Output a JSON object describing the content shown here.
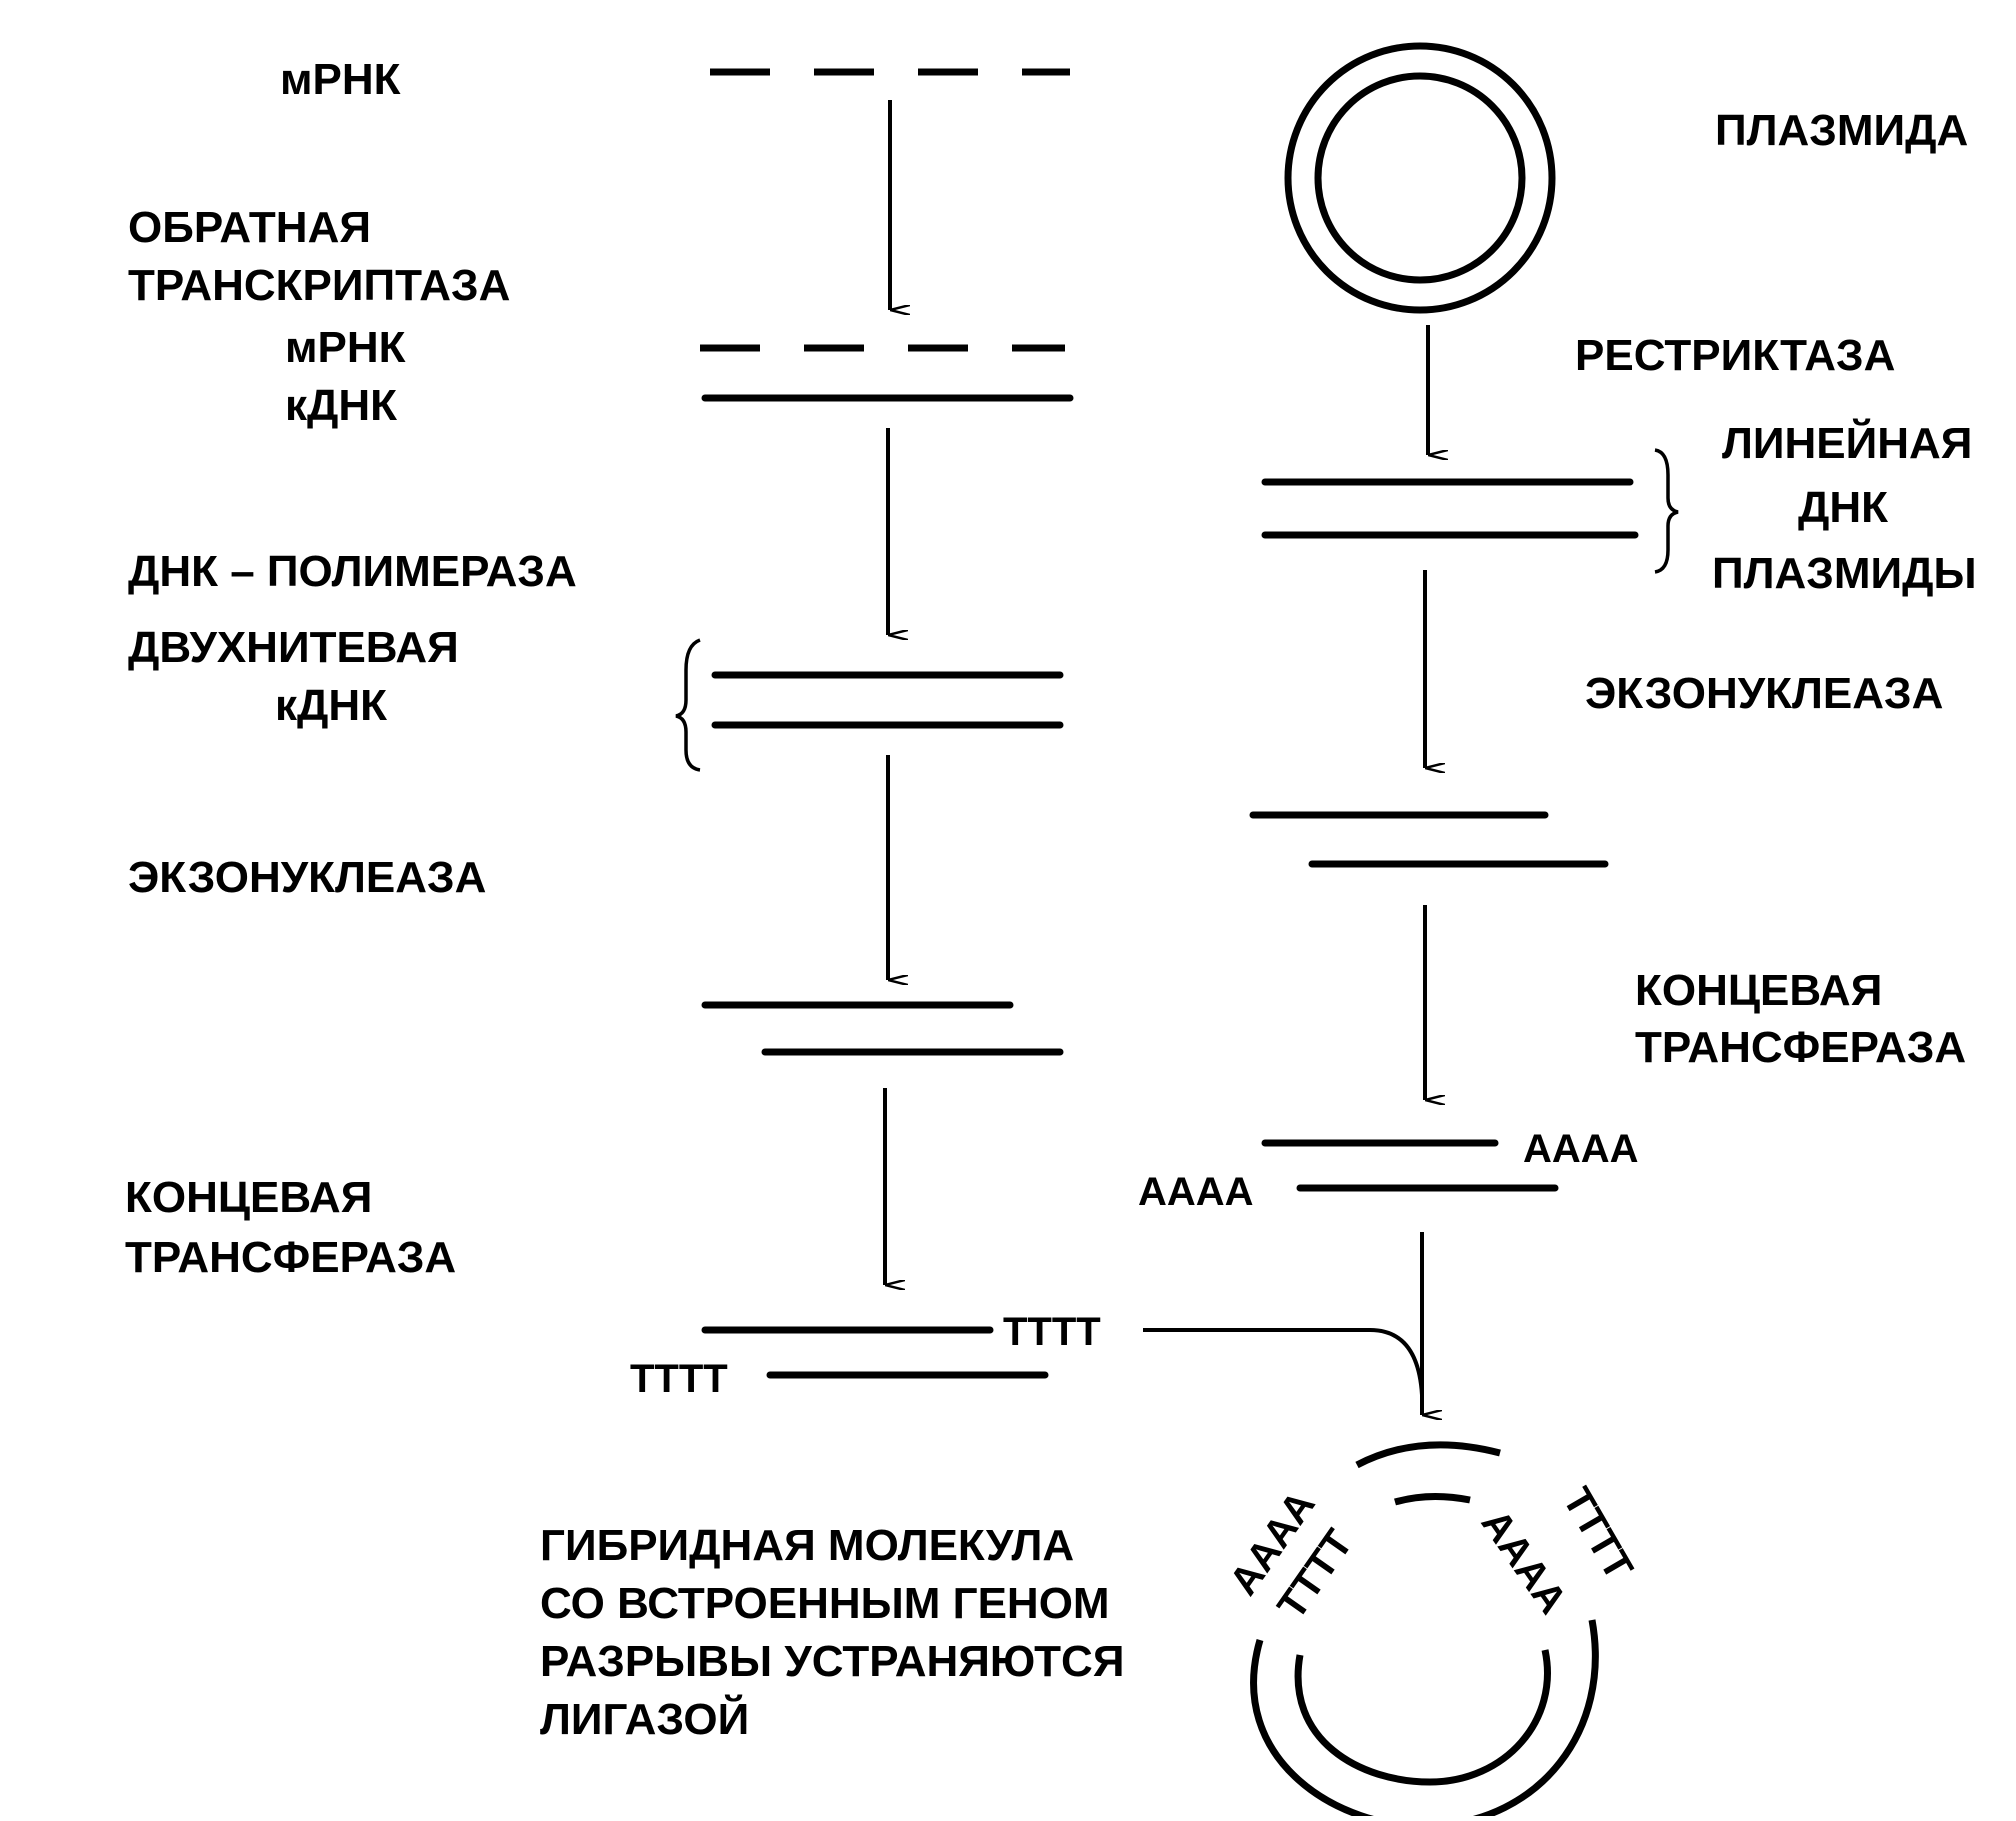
{
  "left_column": {
    "mrna": "мРНК",
    "reverse_transcriptase_1": "ОБРАТНАЯ",
    "reverse_transcriptase_2": "ТРАНСКРИПТАЗА",
    "mrna_2": "мРНК",
    "cdna": "кДНК",
    "dna_polymerase": "ДНК – ПОЛИМЕРАЗА",
    "double_strand_1": "ДВУХНИТЕВАЯ",
    "double_strand_2": "кДНК",
    "exonuclease": "ЭКЗОНУКЛЕАЗА",
    "terminal_transferase_1": "КОНЦЕВАЯ",
    "terminal_transferase_2": "ТРАНСФЕРАЗА",
    "tail_top": "TTTT",
    "tail_bottom": "TTTT"
  },
  "right_column": {
    "plasmid": "ПЛАЗМИДА",
    "restriction_enzyme": "РЕСТРИКТАЗА",
    "linear_dna_1": "ЛИНЕЙНАЯ",
    "linear_dna_2": "ДНК",
    "linear_dna_3": "ПЛАЗМИДЫ",
    "exonuclease": "ЭКЗОНУКЛЕАЗА",
    "terminal_transferase_1": "КОНЦЕВАЯ",
    "terminal_transferase_2": "ТРАНСФЕРАЗА",
    "tail_top": "AAAA",
    "tail_bottom": "AAAA"
  },
  "hybrid": {
    "caption_1": "ГИБРИДНАЯ МОЛЕКУЛА",
    "caption_2": "СО ВСТРОЕННЫМ ГЕНОМ",
    "caption_3": "РАЗРЫВЫ УСТРАНЯЮТСЯ",
    "caption_4": "ЛИГАЗОЙ",
    "ring_a_left": "AAAA",
    "ring_t_left": "TTTT",
    "ring_a_right": "AAAA",
    "ring_t_right": "TTTT"
  }
}
